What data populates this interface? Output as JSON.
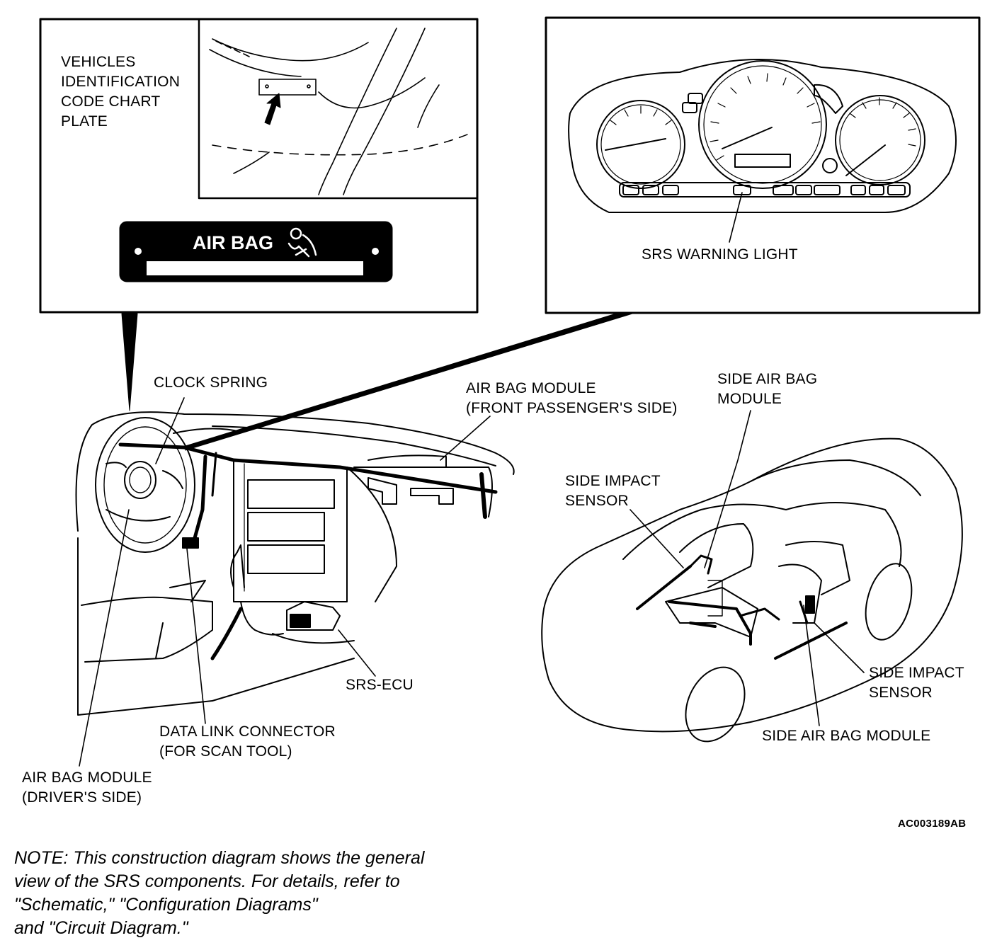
{
  "figure_code": "AC003189AB",
  "inset_plate": {
    "caption_lines": [
      "VEHICLES",
      "IDENTIFICATION",
      "CODE CHART",
      "PLATE"
    ],
    "plate_text": "AIR BAG"
  },
  "inset_cluster": {
    "caption": "SRS WARNING LIGHT"
  },
  "labels": {
    "clock_spring": [
      "CLOCK SPRING"
    ],
    "air_bag_module_passenger": [
      "AIR BAG MODULE",
      "(FRONT PASSENGER'S SIDE)"
    ],
    "side_air_bag_module_top": [
      "SIDE AIR BAG",
      "MODULE"
    ],
    "side_impact_sensor_left": [
      "SIDE IMPACT",
      "SENSOR"
    ],
    "side_impact_sensor_right": [
      "SIDE IMPACT",
      "SENSOR"
    ],
    "srs_ecu": [
      "SRS-ECU"
    ],
    "data_link_connector": [
      "DATA LINK CONNECTOR",
      "(FOR SCAN TOOL)"
    ],
    "air_bag_module_driver": [
      "AIR BAG MODULE",
      "(DRIVER'S SIDE)"
    ],
    "side_air_bag_module_bottom": [
      "SIDE AIR BAG MODULE"
    ]
  },
  "note_lines": [
    "NOTE: This construction diagram shows the general",
    "view of the SRS components. For details, refer to",
    "\"Schematic,\" \"Configuration Diagrams\"",
    " and \"Circuit Diagram.\""
  ],
  "icons": {
    "plate_icon": "airbag-person-icon"
  }
}
